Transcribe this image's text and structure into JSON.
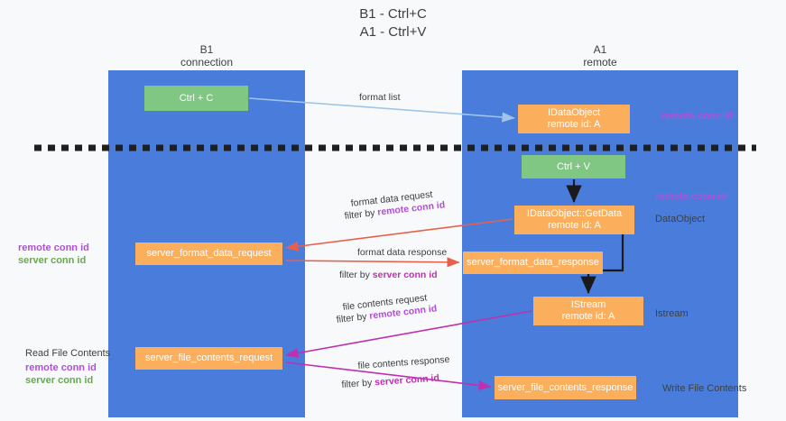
{
  "title": {
    "line1": "B1 - Ctrl+C",
    "line2": "A1 - Ctrl+V"
  },
  "lanes": [
    {
      "id": "b1",
      "name": "B1",
      "role": "connection"
    },
    {
      "id": "a1",
      "name": "A1",
      "role": "remote"
    }
  ],
  "nodes": {
    "ctrl_c": {
      "label": "Ctrl + C",
      "color": "#81c784"
    },
    "idataobject": {
      "line1": "IDataObject",
      "line2": "remote id: A",
      "color": "#fbaf5d"
    },
    "ctrl_v": {
      "label": "Ctrl + V",
      "color": "#81c784"
    },
    "getdata": {
      "line1": "IDataObject::GetData",
      "line2": "remote id: A",
      "color": "#fbaf5d"
    },
    "server_format_data_request": {
      "label": "server_format_data_request",
      "color": "#fbaf5d"
    },
    "server_format_data_response": {
      "label": "server_format_data_response",
      "color": "#fbaf5d"
    },
    "istream": {
      "line1": "IStream",
      "line2": "remote id: A",
      "color": "#fbaf5d"
    },
    "server_file_contents_request": {
      "label": "server_file_contents_request",
      "color": "#fbaf5d"
    },
    "server_file_contents_response": {
      "label": "server_file_contents_response",
      "color": "#fbaf5d"
    }
  },
  "arrow_labels": {
    "format_list": "format list",
    "format_data_request": "format data request",
    "format_data_request_filter_prefix": "filter by ",
    "format_data_request_filter_key": "remote conn id",
    "format_data_response": "format data response",
    "format_data_response_filter_prefix": "filter by ",
    "format_data_response_filter_key": "server conn id",
    "file_contents_request": "file contents request",
    "file_contents_request_filter_prefix": "filter by ",
    "file_contents_request_filter_key": "remote conn id",
    "file_contents_response": "file contents response",
    "file_contents_response_filter_prefix": "filter by ",
    "file_contents_response_filter_key": "server conn id"
  },
  "side_labels": {
    "remote_conn_id_top": "remote conn id",
    "remote_conn_id_mid": "remote conn id",
    "dataobject": "DataObject",
    "istream": "Istream",
    "write_file_contents": "Write File Contents",
    "read_file_contents": "Read File Contents",
    "left_remote_conn_id": "remote conn id",
    "left_server_conn_id": "server conn id",
    "left_remote_conn_id_2": "remote conn id",
    "left_server_conn_id_2": "server conn id"
  },
  "colors": {
    "lane": "#4a7ddb",
    "green_node": "#81c784",
    "orange_node": "#fbaf5d",
    "purple_text": "#b14fd8",
    "green_text": "#6aa84f",
    "magenta_text": "#c12fb0",
    "arrow_blue": "#9fc5e8",
    "arrow_red": "#e8604c",
    "arrow_magenta": "#c12fb0",
    "arrow_black": "#000000",
    "background": "#f8f9fa"
  }
}
